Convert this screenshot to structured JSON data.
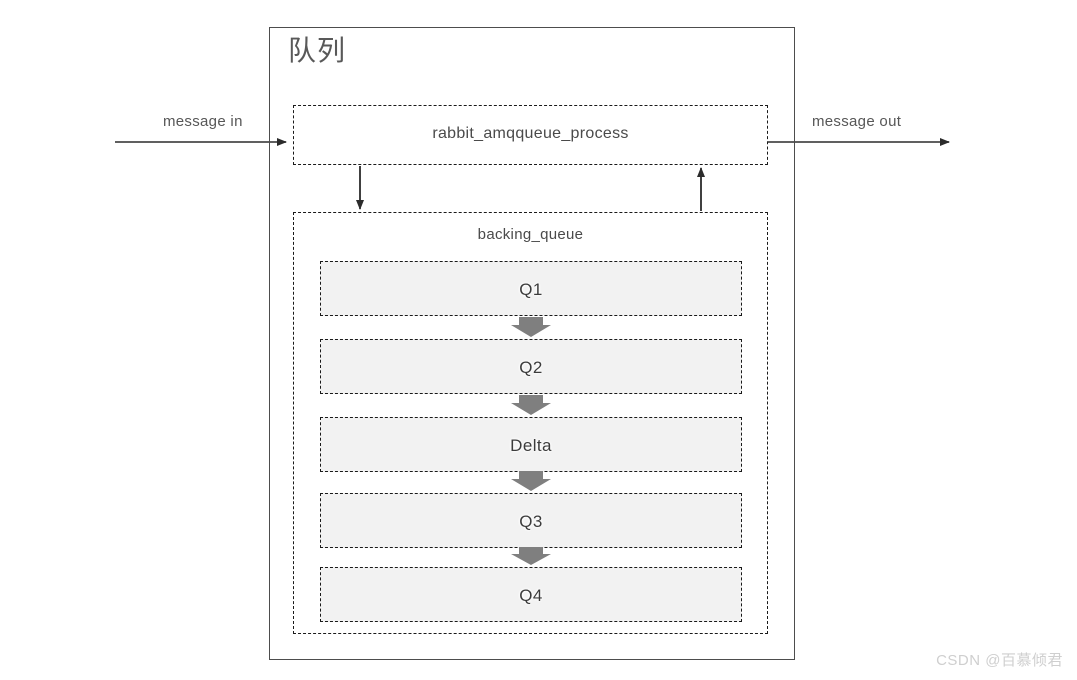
{
  "diagram": {
    "title": "队列",
    "outer_container_label": "队列",
    "process_box": {
      "label": "rabbit_amqqueue_process",
      "style": "dashed"
    },
    "backing_queue": {
      "label": "backing_queue",
      "style": "dashed",
      "segments": [
        {
          "label": "Q1"
        },
        {
          "label": "Q2"
        },
        {
          "label": "Delta"
        },
        {
          "label": "Q3"
        },
        {
          "label": "Q4"
        }
      ]
    },
    "flows": {
      "message_in": "message in",
      "message_out": "message out",
      "internal_down": "process-to-backing-queue",
      "internal_up": "backing-queue-to-process"
    },
    "watermark": "CSDN @百慕倾君",
    "colors": {
      "outer_border": "#4d4d4d",
      "dashed_border": "#1a1a1a",
      "segment_fill": "#f2f2f2",
      "text": "#4a4a4a",
      "arrow": "#3f3f3f",
      "block_arrow": "#7f7f7f",
      "watermark": "#cfcfcf",
      "background": "#ffffff"
    }
  }
}
